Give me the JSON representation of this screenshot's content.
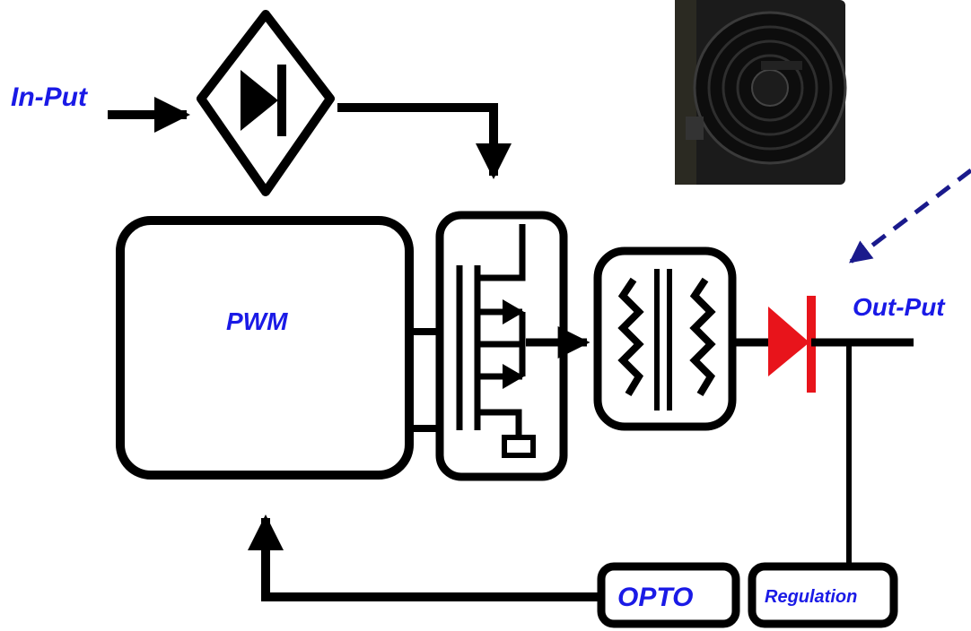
{
  "labels": {
    "input": "In-Put",
    "output": "Out-Put",
    "pwm": "PWM",
    "opto": "OPTO",
    "regulation": "Regulation"
  },
  "colors": {
    "line": "#000000",
    "label": "#1a1ae6",
    "output_diode": "#e8141b",
    "dashed_arrow": "#1a1a8c"
  },
  "icons": {
    "input_rectifier": "diode-in-diamond-icon",
    "switch": "mosfet-switch-icon",
    "transformer": "transformer-icon",
    "output_diode": "diode-icon",
    "photo": "psu-fan-photo"
  }
}
